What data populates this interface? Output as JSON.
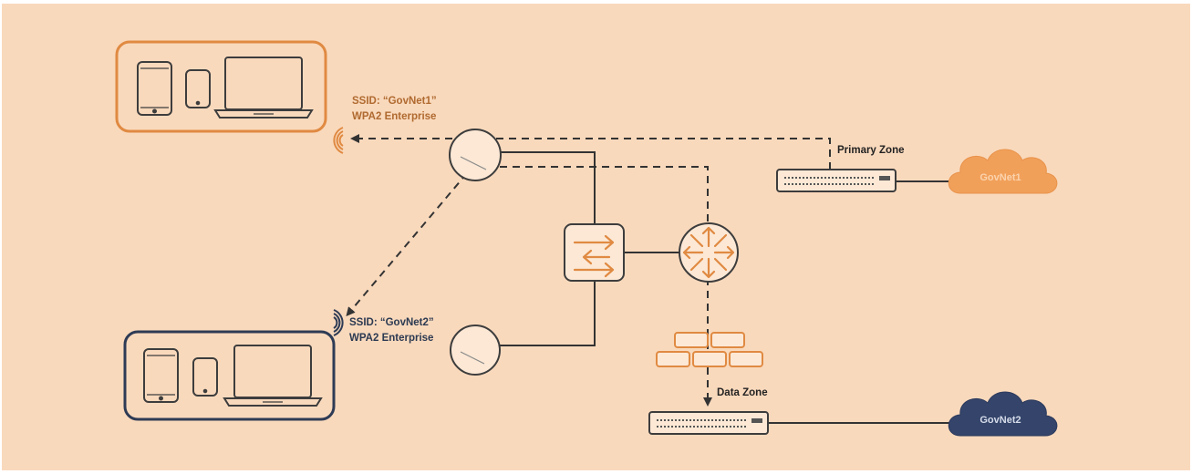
{
  "colors": {
    "background": "#f9d9bc",
    "govnet1": "#f1a05a",
    "govnet2": "#34446a",
    "orange_frame": "#e08a42",
    "navy_frame": "#2e3b55",
    "line": "#333333",
    "arrow_orange": "#e08a42"
  },
  "ssid1": {
    "name": "SSID: “GovNet1”",
    "security": "WPA2 Enterprise"
  },
  "ssid2": {
    "name": "SSID: “GovNet2”",
    "security": "WPA2 Enterprise"
  },
  "zones": {
    "primary": "Primary Zone",
    "data": "Data Zone"
  },
  "clouds": {
    "govnet1": "GovNet1",
    "govnet2": "GovNet2"
  },
  "icons": [
    "tablet-icon",
    "phone-icon",
    "laptop-icon",
    "wifi-signal-icon",
    "access-point-icon",
    "switch-icon",
    "router-icon",
    "firewall-icon",
    "network-switch-icon",
    "cloud-icon"
  ]
}
